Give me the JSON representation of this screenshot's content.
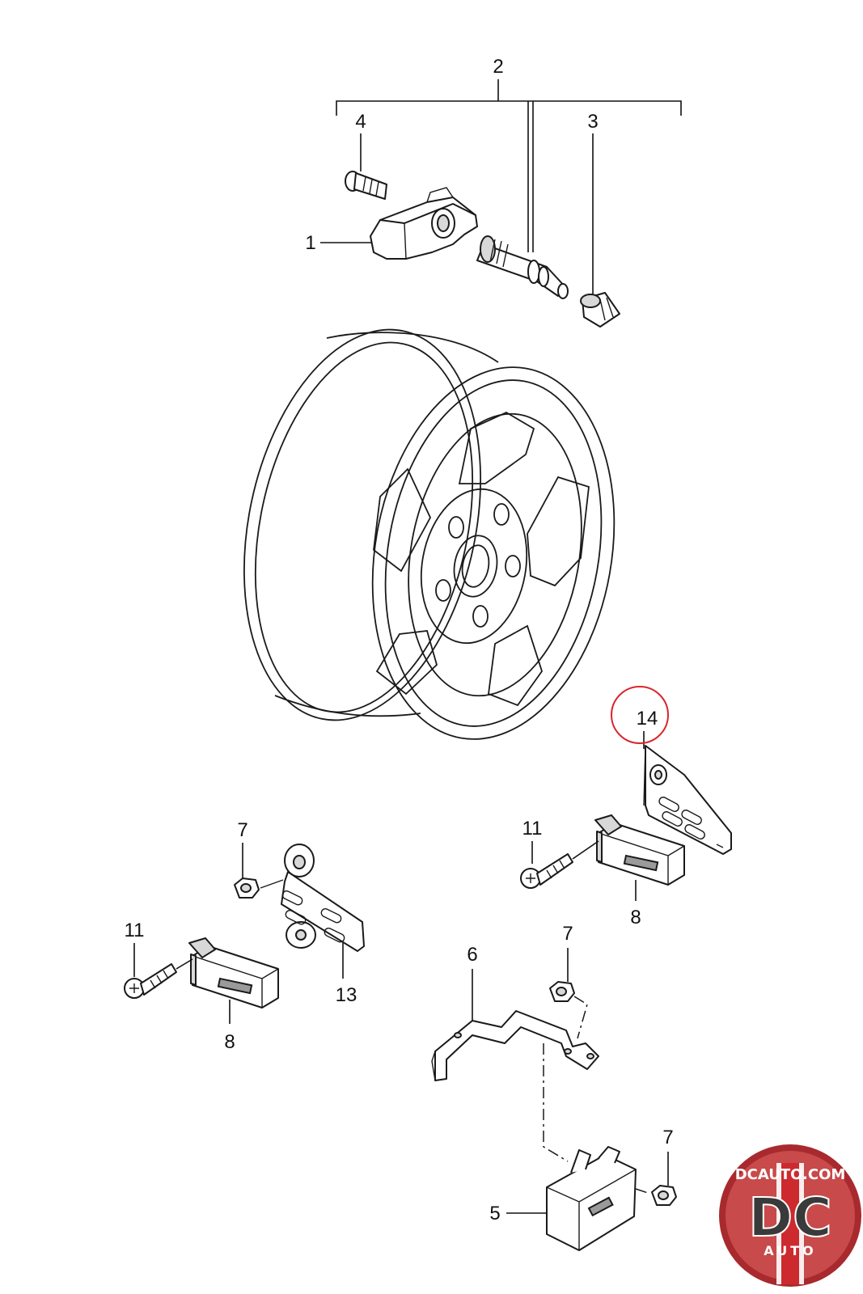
{
  "diagram": {
    "callouts": {
      "c1": "1",
      "c2": "2",
      "c3": "3",
      "c4": "4",
      "c5": "5",
      "c6": "6",
      "c7a": "7",
      "c7b": "7",
      "c7c": "7",
      "c8a": "8",
      "c8b": "8",
      "c11a": "11",
      "c11b": "11",
      "c13": "13",
      "c14": "14"
    },
    "highlight": {
      "target": "14",
      "color": "#d9262b"
    }
  },
  "logo": {
    "site": "DCAUTO.COM",
    "letters": "DC",
    "sub": "AUTO",
    "colors": {
      "ring": "#b3262b",
      "stripe": "#cc2a2f"
    }
  }
}
